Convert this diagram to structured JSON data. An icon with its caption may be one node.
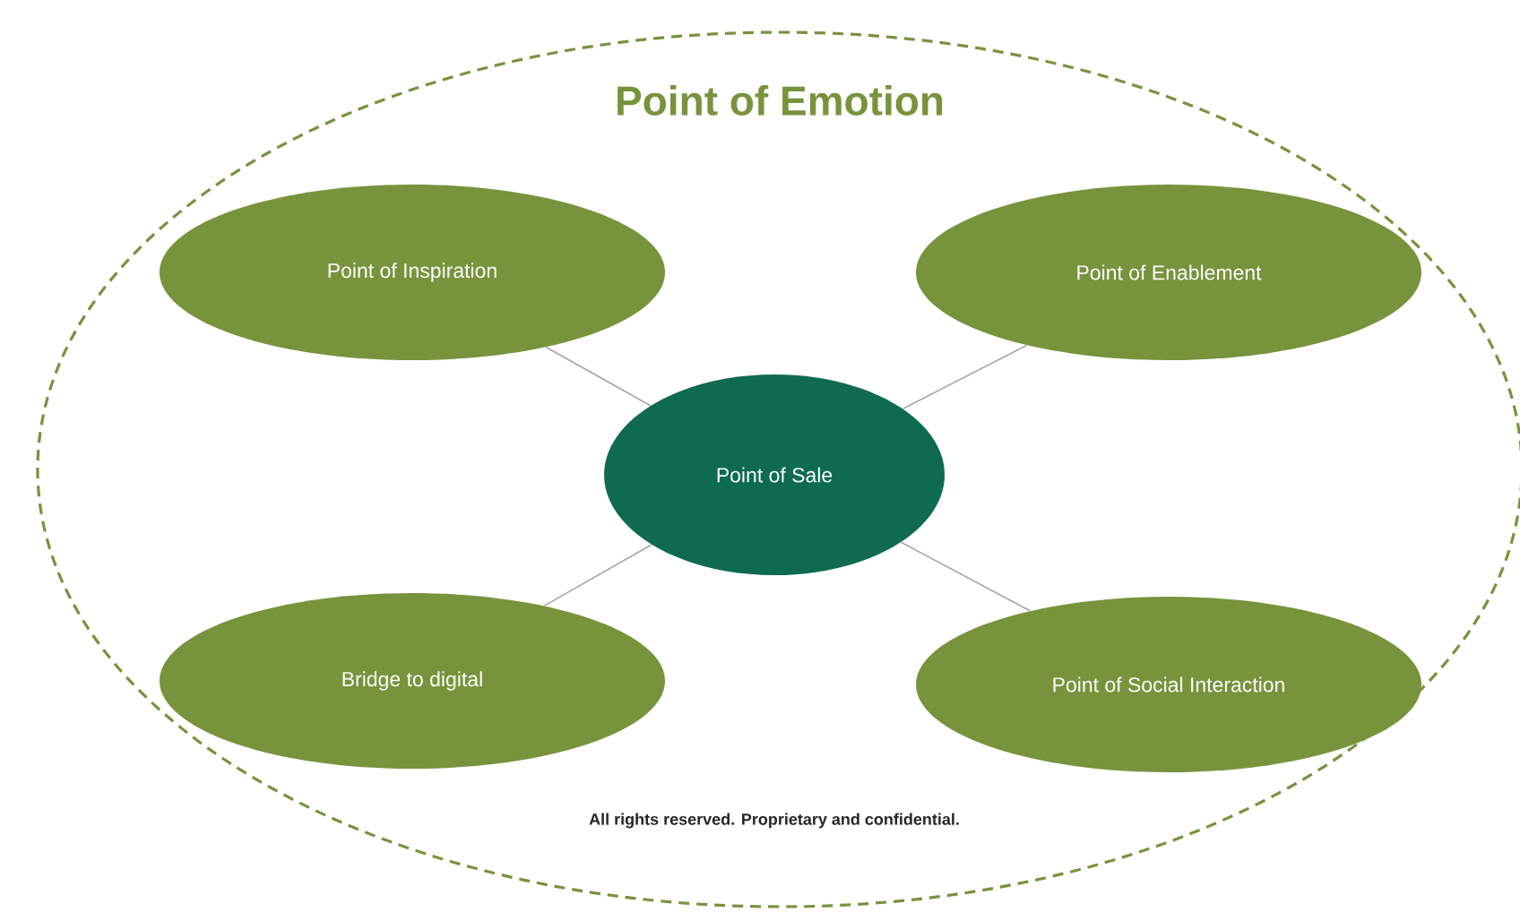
{
  "diagram": {
    "nodes": [
      {
        "text": [
          "Point of Emotion"
        ]
      },
      {
        "text": [
          "Point of Inspiration"
        ],
        "in": 0
      },
      {
        "text": [
          "Point of Enablement"
        ],
        "in": 0
      },
      {
        "text": [
          "Point of Sale"
        ],
        "in": 0
      },
      {
        "text": [
          "Bridge to digital"
        ],
        "in": 0
      },
      {
        "text": [
          "Point of Social Interaction"
        ],
        "in": 0
      }
    ],
    "edges": [
      {
        "from": 3,
        "to": 1,
        "arrow": "none"
      },
      {
        "from": 3,
        "to": 2,
        "arrow": "none"
      },
      {
        "from": 3,
        "to": 4,
        "arrow": "none"
      },
      {
        "from": 3,
        "to": 5,
        "arrow": "none"
      }
    ],
    "labels": [
      "All rights reserved. Proprietary and confidential."
    ]
  }
}
